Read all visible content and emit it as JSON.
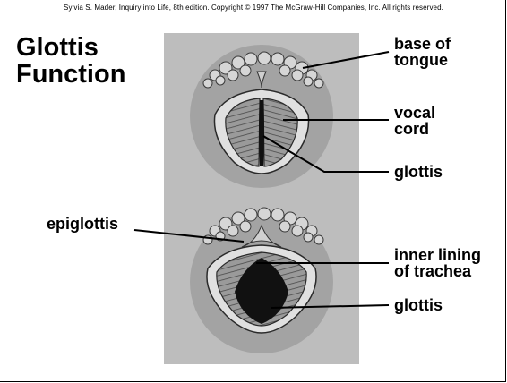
{
  "credit": "Sylvia S. Mader, Inquiry into Life, 8th edition. Copyright © 1997 The McGraw-Hill Companies, Inc. All rights reserved.",
  "title": {
    "line1": "Glottis",
    "line2": "Function"
  },
  "labels": {
    "base_of_tongue": {
      "line1": "base of",
      "line2": "tongue"
    },
    "vocal_cord": {
      "line1": "vocal",
      "line2": "cord"
    },
    "glottis_top": "glottis",
    "epiglottis": "epiglottis",
    "inner_lining": {
      "line1": "inner lining",
      "line2": "of trachea"
    },
    "glottis_bottom": "glottis"
  },
  "colors": {
    "panel_bg": "#bdbdbd",
    "disc": "#a3a3a3",
    "tissue": "#8a8a8a",
    "opening": "#111111"
  }
}
